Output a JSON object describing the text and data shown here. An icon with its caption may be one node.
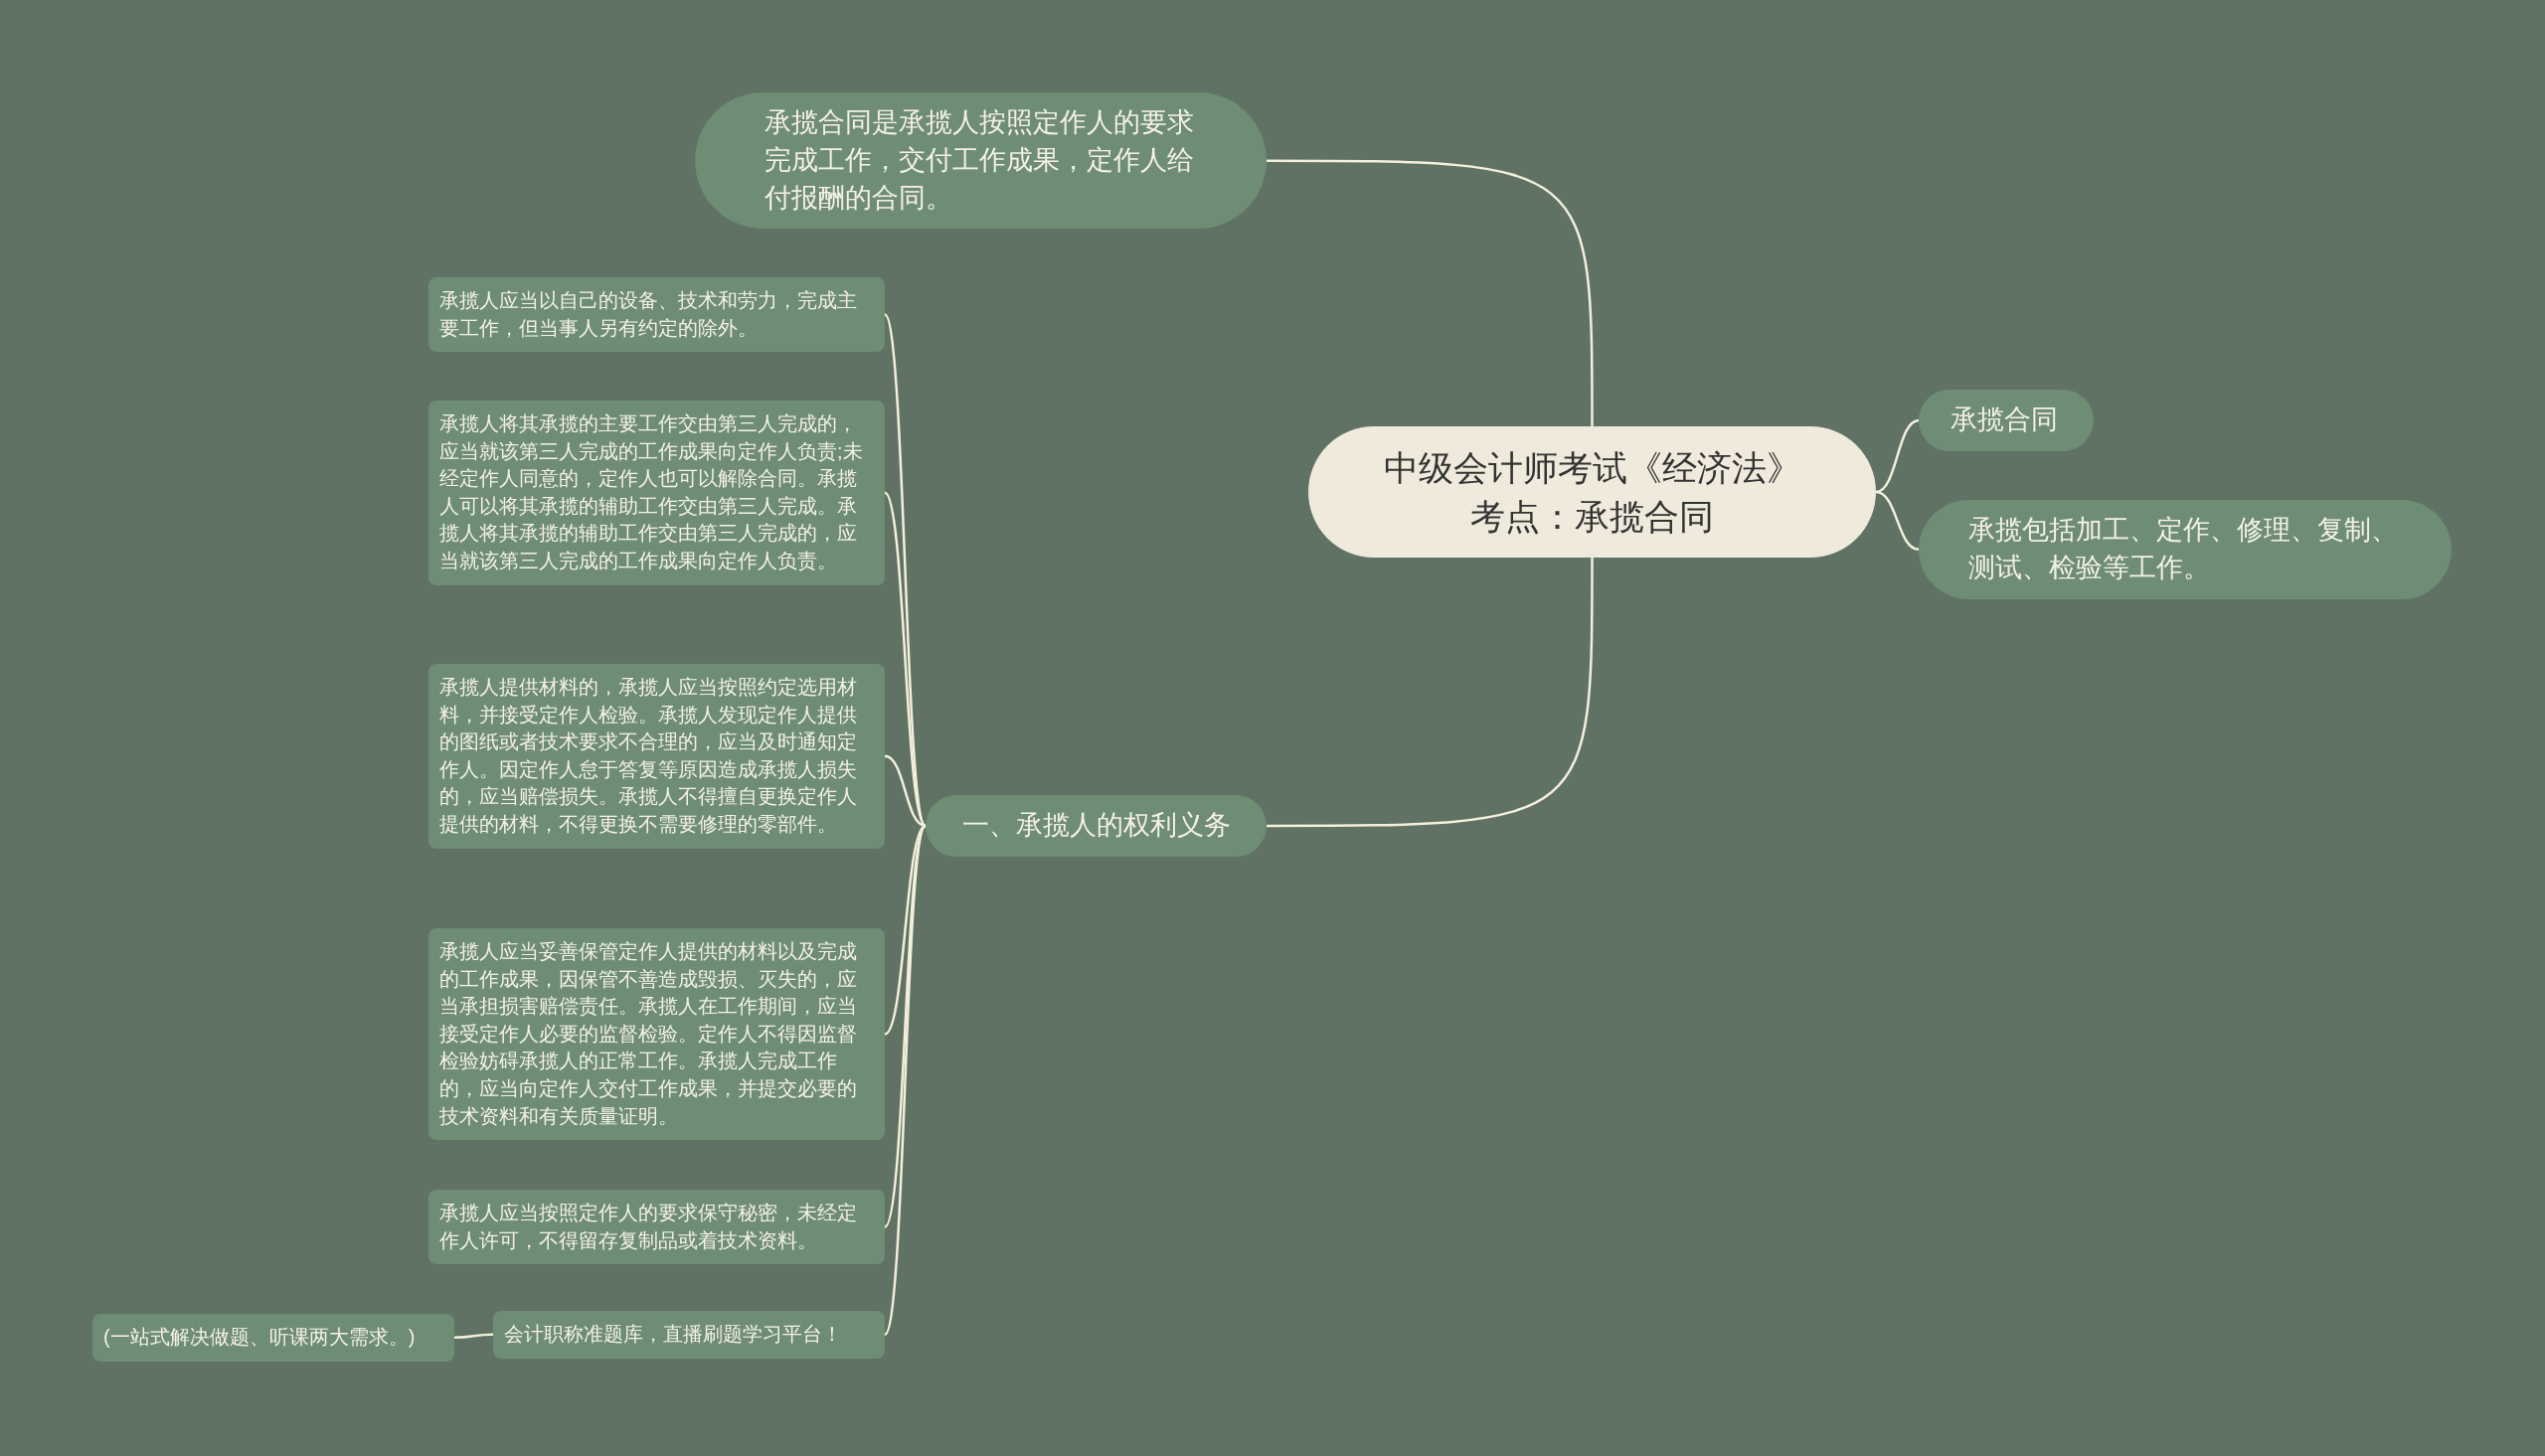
{
  "diagram": {
    "nodes": [
      {
        "text": [
          "中级会计师考试《经济法》考点：承揽合同"
        ]
      },
      {
        "text": [
          "承揽合同是承揽人按照定作人的要求完成工作，交付工作成果，定作人给付报酬的合同。"
        ]
      },
      {
        "text": [
          "承揽合同"
        ]
      },
      {
        "text": [
          "承揽包括加工、定作、修理、复制、测试、检验等工作。"
        ]
      },
      {
        "text": [
          "一、承揽人的权利义务"
        ]
      },
      {
        "text": [
          "承揽人应当以自己的设备、技术和劳力，完成主要工作，但当事人另有约定的除外。"
        ]
      },
      {
        "text": [
          "承揽人将其承揽的主要工作交由第三人完成的，应当就该第三人完成的工作成果向定作人负责;未经定作人同意的，定作人也可以解除合同。承揽人可以将其承揽的辅助工作交由第三人完成。承揽人将其承揽的辅助工作交由第三人完成的，应当就该第三人完成的工作成果向定作人负责。"
        ]
      },
      {
        "text": [
          "承揽人提供材料的，承揽人应当按照约定选用材料，并接受定作人检验。承揽人发现定作人提供的图纸或者技术要求不合理的，应当及时通知定作人。因定作人怠于答复等原因造成承揽人损失的，应当赔偿损失。承揽人不得擅自更换定作人提供的材料，不得更换不需要修理的零部件。"
        ]
      },
      {
        "text": [
          "承揽人应当妥善保管定作人提供的材料以及完成的工作成果，因保管不善造成毁损、灭失的，应当承担损害赔偿责任。承揽人在工作期间，应当接受定作人必要的监督检验。定作人不得因监督检验妨碍承揽人的正常工作。承揽人完成工作的，应当向定作人交付工作成果，并提交必要的技术资料和有关质量证明。"
        ]
      },
      {
        "text": [
          "承揽人应当按照定作人的要求保守秘密，未经定作人许可，不得留存复制品或着技术资料。"
        ]
      },
      {
        "text": [
          "会计职称准题库，直播刷题学习平台！"
        ]
      },
      {
        "text": [
          "(一站式解决做题、听课两大需求。)"
        ]
      }
    ],
    "edges": [
      {
        "from": 0,
        "to": 1,
        "arrow": "none"
      },
      {
        "from": 0,
        "to": 2,
        "arrow": "none"
      },
      {
        "from": 0,
        "to": 3,
        "arrow": "none"
      },
      {
        "from": 0,
        "to": 4,
        "arrow": "none"
      },
      {
        "from": 4,
        "to": 5,
        "arrow": "none"
      },
      {
        "from": 4,
        "to": 6,
        "arrow": "none"
      },
      {
        "from": 4,
        "to": 7,
        "arrow": "none"
      },
      {
        "from": 4,
        "to": 8,
        "arrow": "none"
      },
      {
        "from": 4,
        "to": 9,
        "arrow": "none"
      },
      {
        "from": 4,
        "to": 10,
        "arrow": "none"
      },
      {
        "from": 10,
        "to": 11,
        "arrow": "none"
      }
    ]
  }
}
